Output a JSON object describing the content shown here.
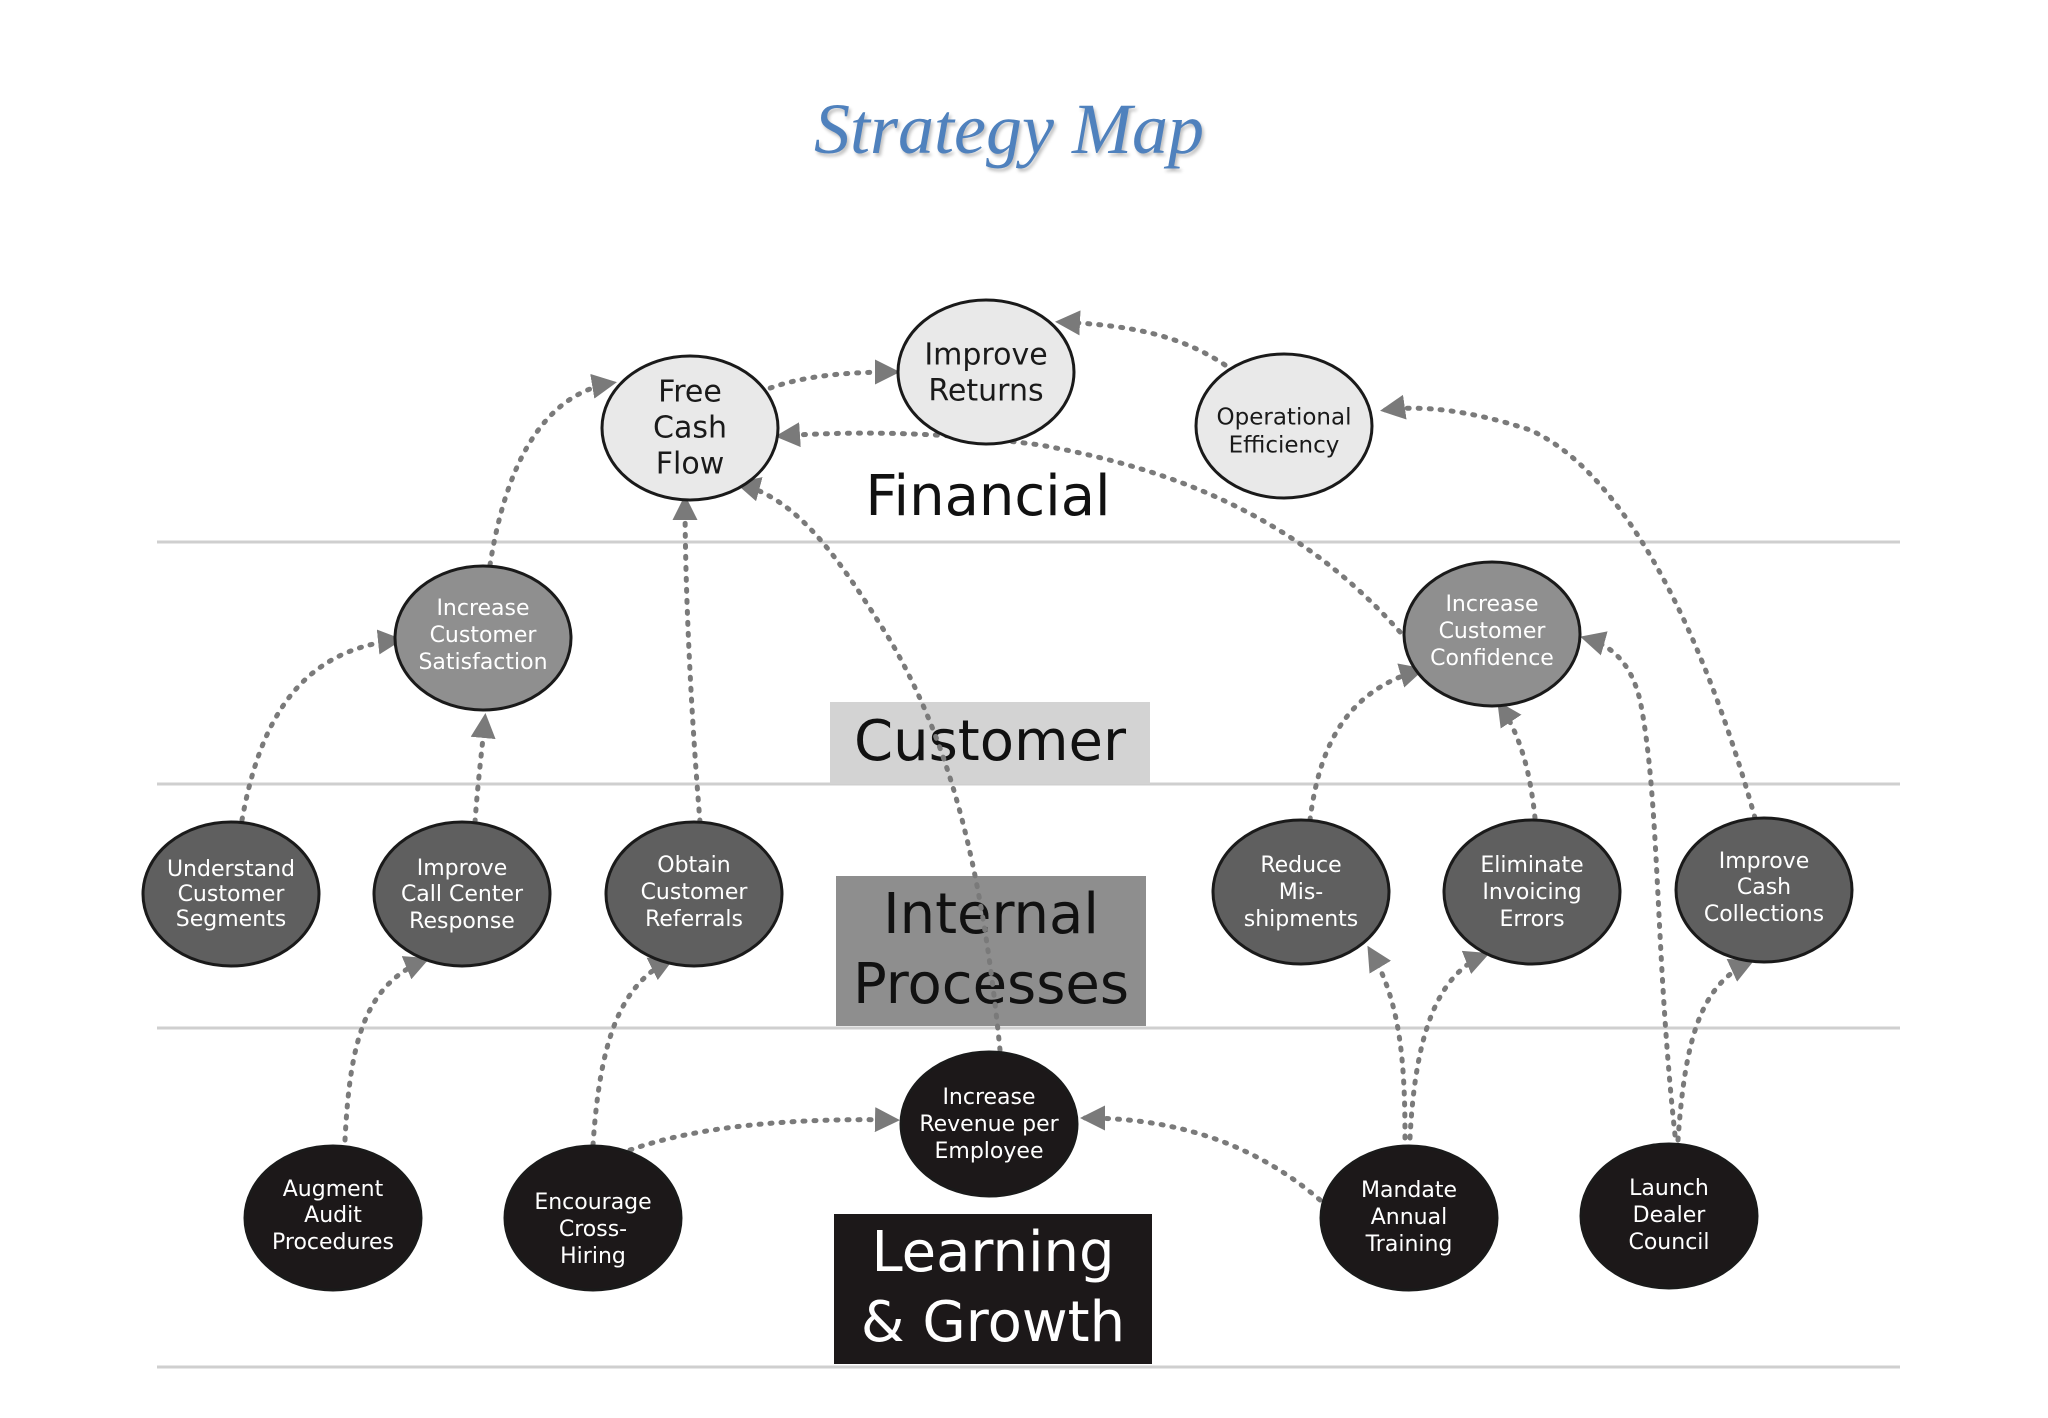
{
  "title": "Strategy Map",
  "lanes": {
    "financial": "Financial",
    "customer": "Customer",
    "internal": [
      "Internal",
      "Processes"
    ],
    "learning": [
      "Learning",
      "& Growth"
    ]
  },
  "nodes": {
    "free_cash_flow": [
      "Free",
      "Cash",
      "Flow"
    ],
    "improve_returns": [
      "Improve",
      "Returns"
    ],
    "operational_efficiency": [
      "Operational",
      "Efficiency"
    ],
    "increase_customer_satisfaction": [
      "Increase",
      "Customer",
      "Satisfaction"
    ],
    "increase_customer_confidence": [
      "Increase",
      "Customer",
      "Confidence"
    ],
    "understand_customer_segments": [
      "Understand",
      "Customer",
      "Segments"
    ],
    "improve_call_center_response": [
      "Improve",
      "Call Center",
      "Response"
    ],
    "obtain_customer_referrals": [
      "Obtain",
      "Customer",
      "Referrals"
    ],
    "reduce_mis_shipments": [
      "Reduce",
      "Mis-",
      "shipments"
    ],
    "eliminate_invoicing_errors": [
      "Eliminate",
      "Invoicing",
      "Errors"
    ],
    "improve_cash_collections": [
      "Improve",
      "Cash",
      "Collections"
    ],
    "increase_revenue_per_employee": [
      "Increase",
      "Revenue per",
      "Employee"
    ],
    "augment_audit_procedures": [
      "Augment",
      "Audit",
      "Procedures"
    ],
    "encourage_cross_hiring": [
      "Encourage",
      "Cross-",
      "Hiring"
    ],
    "mandate_annual_training": [
      "Mandate",
      "Annual",
      "Training"
    ],
    "launch_dealer_council": [
      "Launch",
      "Dealer",
      "Council"
    ]
  },
  "colors": {
    "title": "#4f81bd",
    "financial_fill": "#e9e9e9",
    "customer_fill": "#8f8f8f",
    "internal_fill": "#5f5f5f",
    "learning_fill": "#1c1819",
    "divider": "#cfcfcf",
    "connector": "#7a7a7a"
  }
}
